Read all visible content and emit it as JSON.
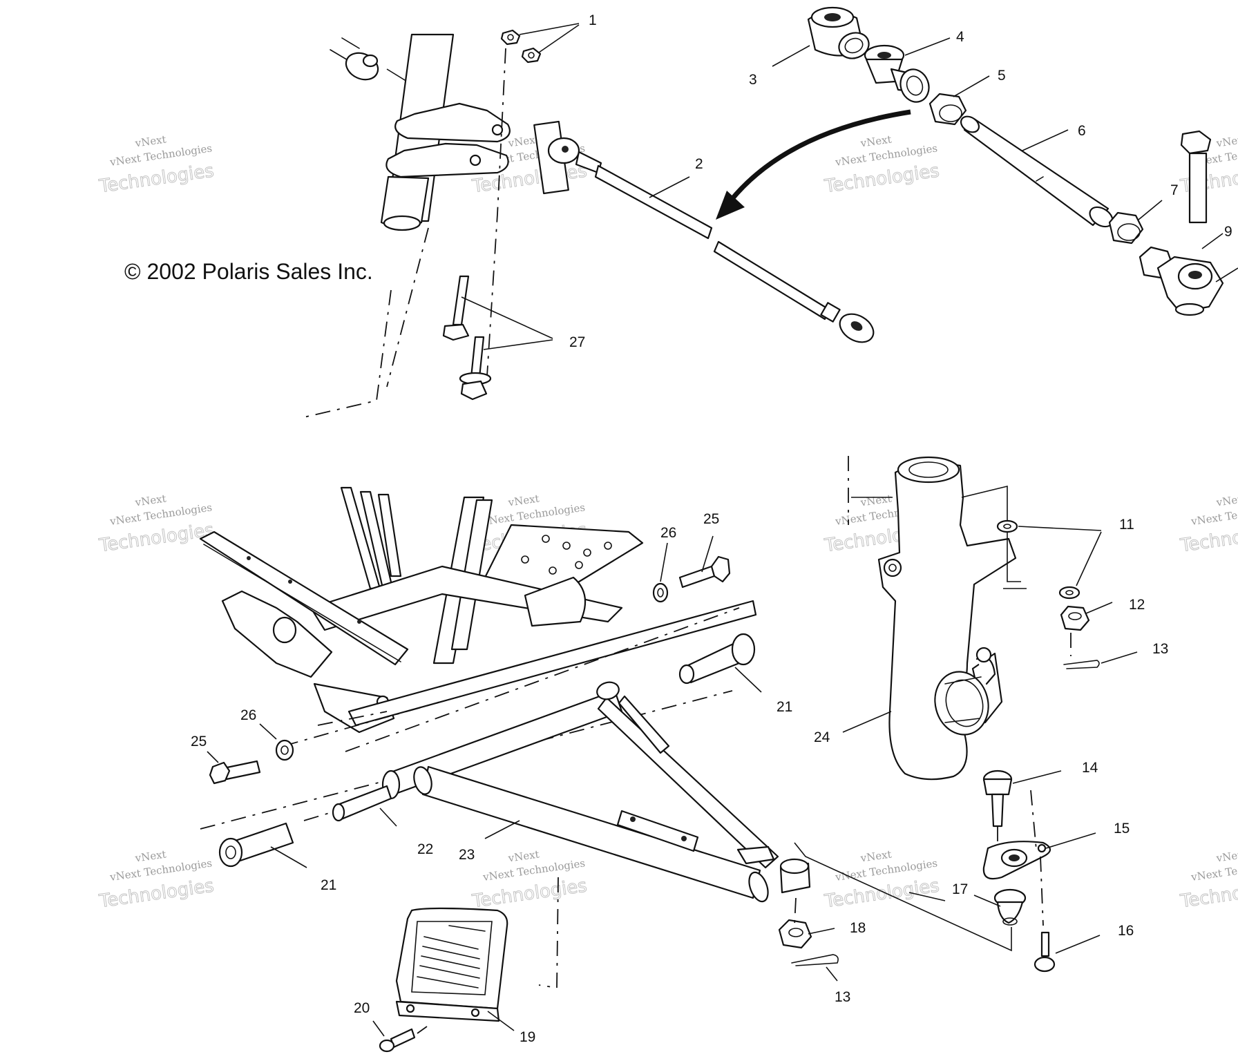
{
  "copyright": "© 2002 Polaris Sales Inc.",
  "watermark": {
    "line1": "vNext",
    "line2": "vNext Technologies",
    "line3": "Technologies"
  },
  "callouts": [
    "1",
    "2",
    "3",
    "4",
    "5",
    "6",
    "7",
    "9",
    "27",
    "11",
    "12",
    "13",
    "24",
    "14",
    "15",
    "16",
    "17",
    "18",
    "13",
    "26",
    "25",
    "21",
    "26",
    "25",
    "21",
    "22",
    "23",
    "19",
    "20"
  ]
}
